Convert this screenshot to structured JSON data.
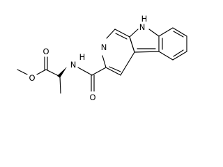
{
  "atoms": {
    "indole_nh": "H",
    "indole_n": "N",
    "pyridine_n": "N",
    "amide_nh": "H",
    "amide_n": "N",
    "amide_o": "O",
    "ester_o_carbonyl": "O",
    "ester_o_methoxy": "O"
  },
  "colors": {
    "ink": "#000000",
    "background": "#ffffff"
  }
}
